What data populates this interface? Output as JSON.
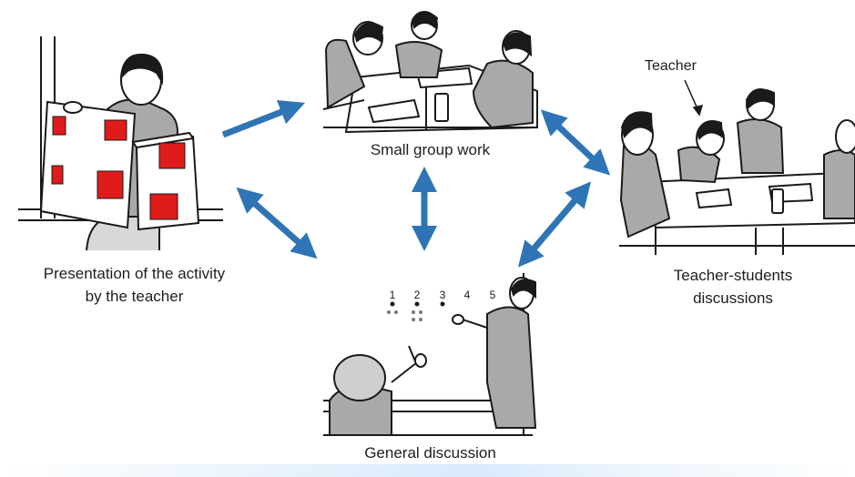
{
  "captions": {
    "presentation_line1": "Presentation of the activity",
    "presentation_line2": "by the teacher",
    "small_group": "Small group work",
    "teacher_students_line1": "Teacher-students",
    "teacher_students_line2": "discussions",
    "general": "General discussion",
    "teacher_label": "Teacher"
  },
  "board_numbers": [
    "1",
    "2",
    "3",
    "4",
    "5"
  ],
  "colors": {
    "arrow": "#2f75b5",
    "card_square": "#e01b1b",
    "figure_gray": "#a9a9a9",
    "outline": "#1a1a1a"
  },
  "icons": {
    "arrow": "double-headed-arrow-icon"
  }
}
